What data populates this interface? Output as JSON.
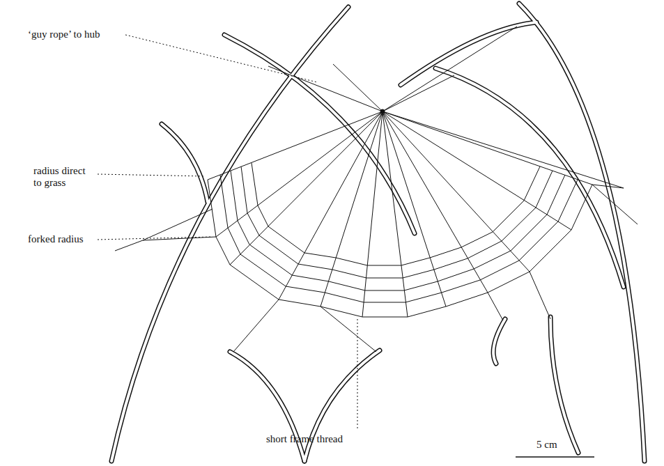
{
  "diagram": {
    "labels": [
      "‘guy rope’ to hub",
      "radius direct to grass",
      "forked radius",
      "short frame thread",
      "5 cm"
    ]
  }
}
